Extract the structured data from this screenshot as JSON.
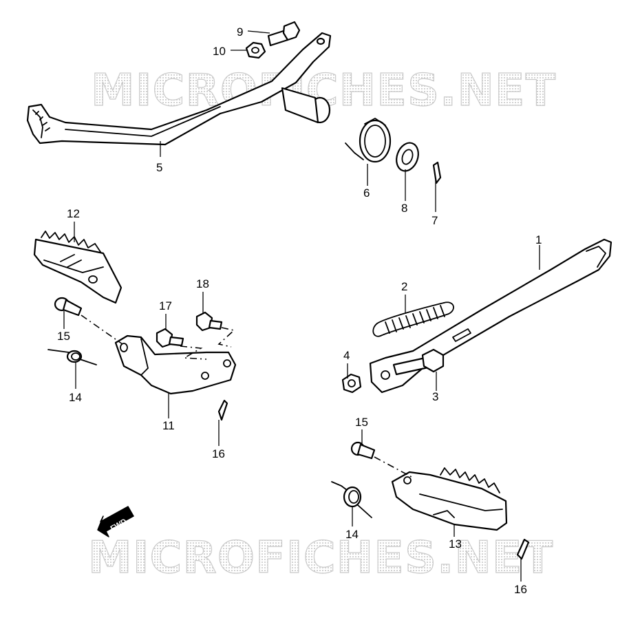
{
  "watermark": {
    "top": "MICROFICHES.NET",
    "bottom": "MICROFICHES.NET"
  },
  "fwd_label": "FWD",
  "callouts": {
    "c1": "1",
    "c2": "2",
    "c3": "3",
    "c4": "4",
    "c5": "5",
    "c6": "6",
    "c7": "7",
    "c8": "8",
    "c9": "9",
    "c10": "10",
    "c11": "11",
    "c12": "12",
    "c13": "13",
    "c14a": "14",
    "c14b": "14",
    "c15a": "15",
    "c15b": "15",
    "c16a": "16",
    "c16b": "16",
    "c17": "17",
    "c18": "18"
  },
  "colors": {
    "line": "#000000",
    "watermark": "#c9c9c9",
    "background": "#ffffff"
  }
}
